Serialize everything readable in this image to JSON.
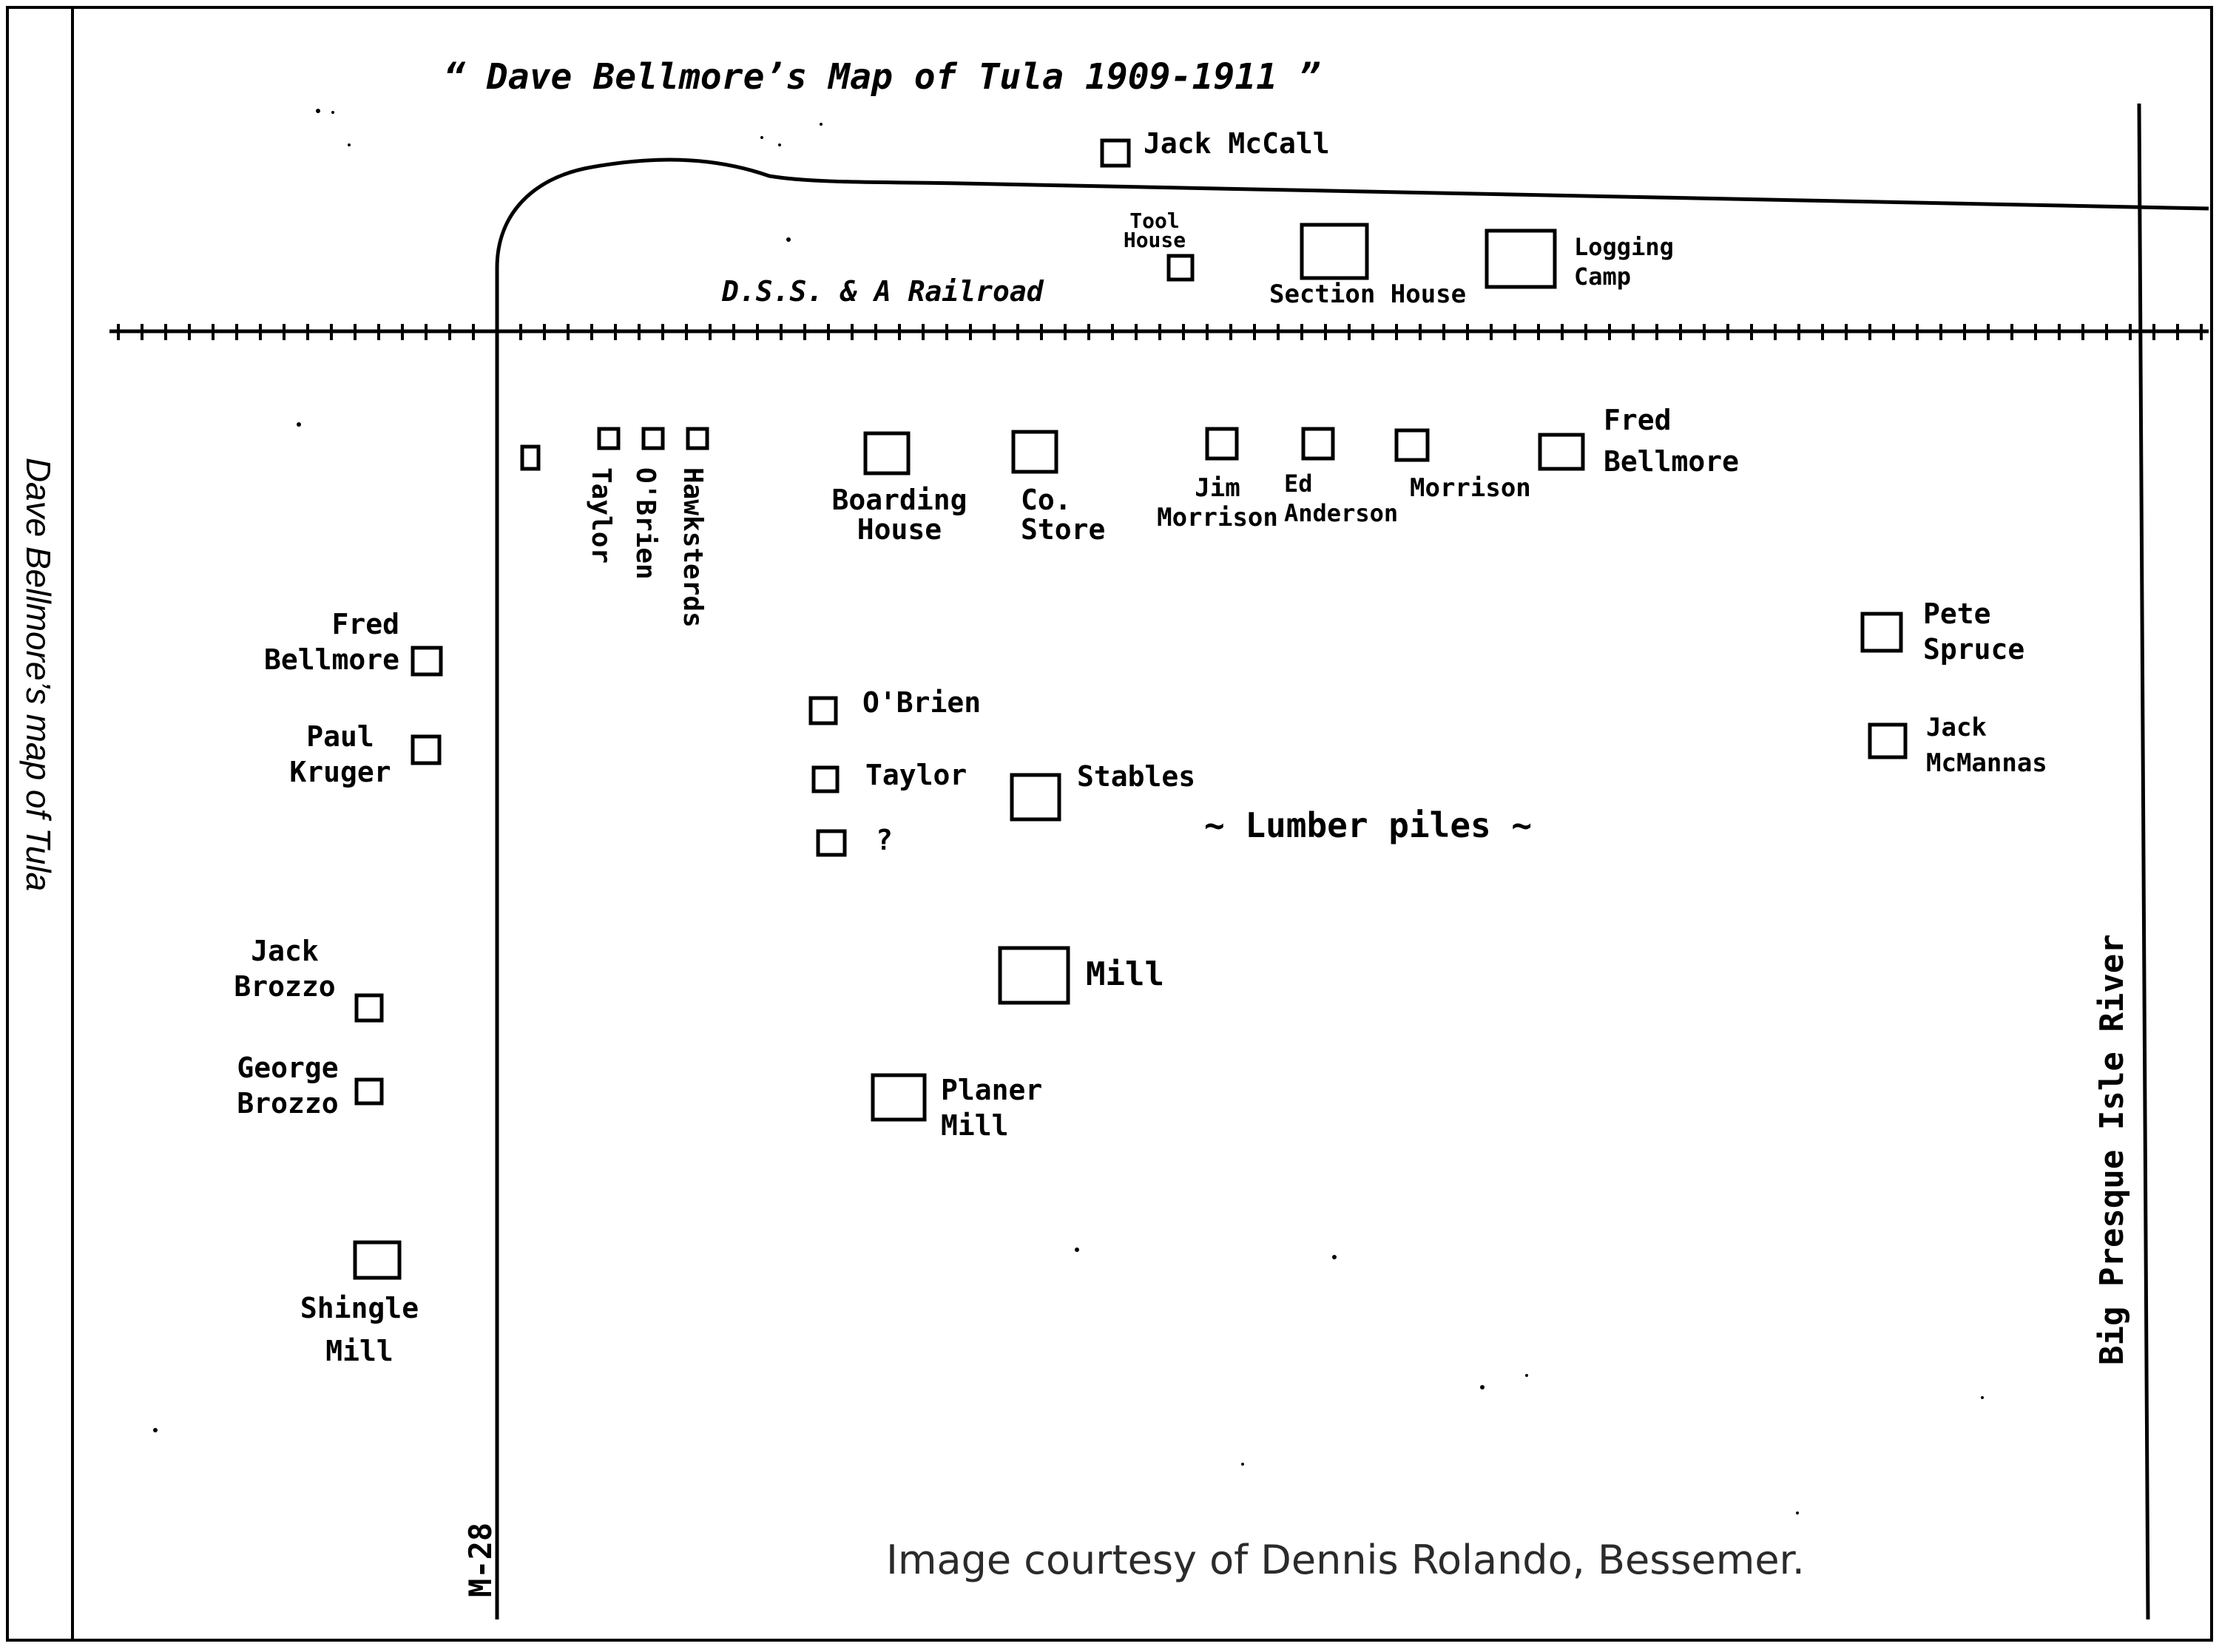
{
  "sidebar": {
    "title": "Dave Bellmore’s map of Tula"
  },
  "map": {
    "title": "“ Dave Bellmore’s Map of Tula 1909-1911 ”",
    "labels": {
      "jack_mccall": "Jack McCall",
      "tool_house": "Tool House",
      "section_house": "Section House",
      "logging_camp": "Logging Camp",
      "railroad": "D.S.S. & A Railroad",
      "fred_bellmore_top": "Fred Bellmore",
      "taylor_top": "Taylor",
      "obrien_top": "O'Brien",
      "hawksterds": "Hawksterds",
      "boarding_house": "Boarding House",
      "co_store": "Co. Store",
      "jim_morrison": "Jim Morrison",
      "ed_anderson": "Ed Anderson",
      "morrison": "Morrison",
      "fred_bellmore_left": "Fred Bellmore",
      "paul_kruger": "Paul Kruger",
      "obrien_mid": "O'Brien",
      "taylor_mid": "Taylor",
      "unknown": "?",
      "stables": "Stables",
      "lumber_piles": "~ Lumber piles ~",
      "mill": "Mill",
      "planer_mill": "Planer Mill",
      "jack_brozzo": "Jack Brozzo",
      "george_brozzo": "George Brozzo",
      "shingle_mill": "Shingle Mill",
      "pete_spruce": "Pete Spruce",
      "jack_mcmannas": "Jack McMannas",
      "river": "Big Presque Isle River",
      "road": "M-28"
    },
    "credit": "Image courtesy of Dennis Rolando, Bessemer."
  }
}
